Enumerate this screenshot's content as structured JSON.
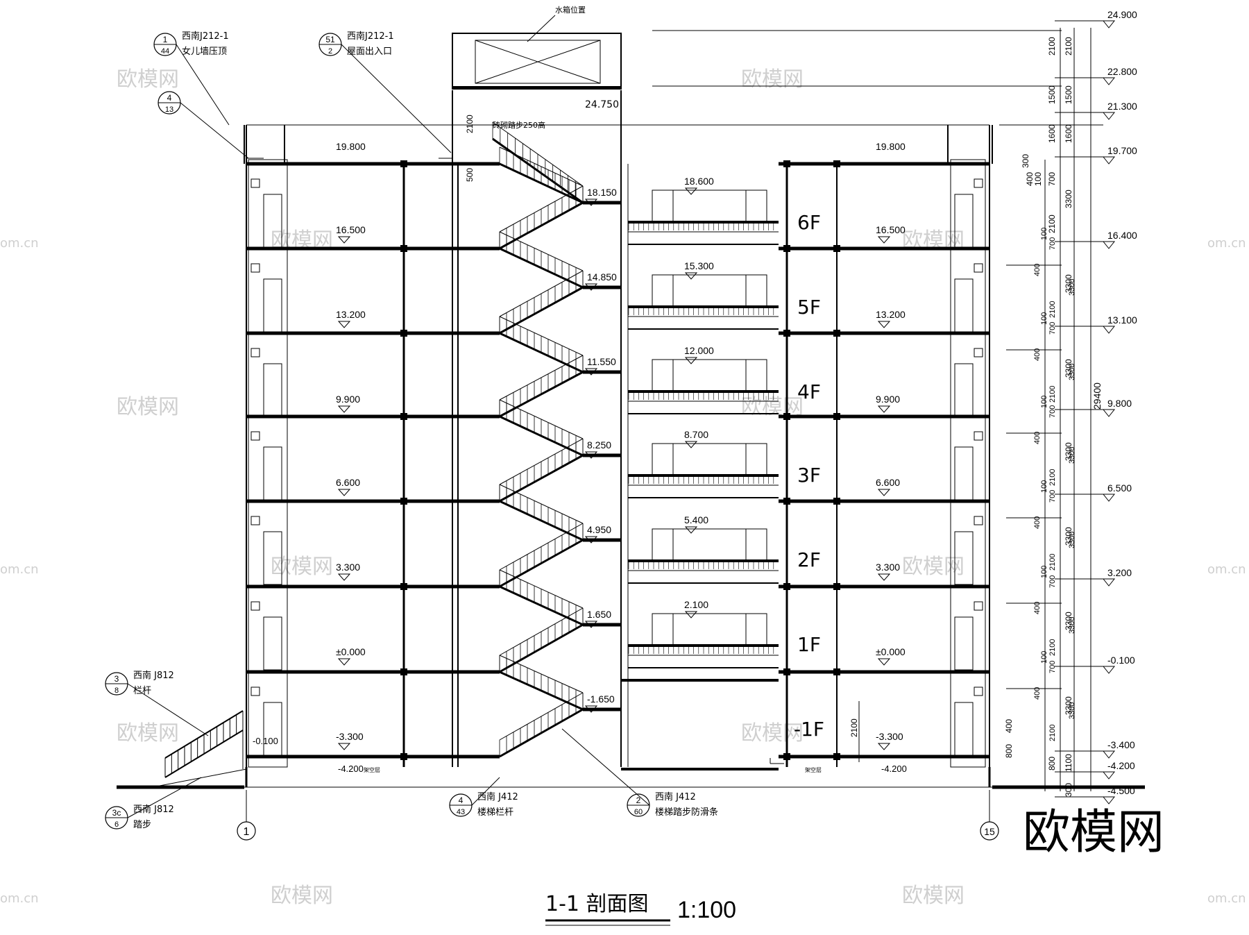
{
  "title": {
    "main": "1-1 剖面图",
    "scale": "1:100"
  },
  "floors": [
    {
      "tag": "6F",
      "left_level": "16.500",
      "stair_landing": "18.150",
      "mid_level": "18.600",
      "right_level": "16.500"
    },
    {
      "tag": "5F",
      "left_level": "13.200",
      "stair_landing": "14.850",
      "mid_level": "15.300",
      "right_level": "13.200"
    },
    {
      "tag": "4F",
      "left_level": "9.900",
      "stair_landing": "11.550",
      "mid_level": "12.000",
      "right_level": "9.900"
    },
    {
      "tag": "3F",
      "left_level": "6.600",
      "stair_landing": "8.250",
      "mid_level": "8.700",
      "right_level": "6.600"
    },
    {
      "tag": "2F",
      "left_level": "3.300",
      "stair_landing": "4.950",
      "mid_level": "5.400",
      "right_level": "3.300"
    },
    {
      "tag": "1F",
      "left_level": "±0.000",
      "stair_landing": "1.650",
      "mid_level": "2.100",
      "right_level": "±0.000"
    },
    {
      "tag": "-1F",
      "left_level": "-3.300",
      "stair_landing": "-1.650",
      "mid_level": "",
      "right_level": "-3.300"
    }
  ],
  "roof": {
    "left_level": "19.800",
    "right_level": "19.800",
    "stair_top": "24.750",
    "water_tank_label": "水箱位置",
    "step_note": "砖砌踏步250高",
    "outdoor_left": "-0.100",
    "pit_left": "-4.200",
    "pit_right": "-4.200",
    "overhead_left": "架空层",
    "overhead_right": "架空层"
  },
  "elevation_marks": [
    "24.900",
    "22.800",
    "21.300",
    "19.700",
    "16.400",
    "13.100",
    "9.800",
    "6.500",
    "3.200",
    "-0.100",
    "-3.400",
    "-4.200",
    "-4.500"
  ],
  "dims_outer": [
    "2100",
    "1500",
    "1600",
    "3300",
    "3300",
    "3300",
    "3300",
    "3300",
    "3300",
    "3300",
    "1100",
    "300"
  ],
  "dims_mid": [
    "2100",
    "1500",
    "1600",
    "700",
    "100",
    "400",
    "2100",
    "29400",
    "800"
  ],
  "dims_misc": {
    "left_2100": "2100",
    "left_500": "500",
    "right_300": "300",
    "pit_2100": "2100",
    "lower_400": "400",
    "lower_800": "800"
  },
  "callouts": [
    {
      "num": "1",
      "den": "44",
      "ref": "西南J212-1",
      "desc": "女儿墙压顶"
    },
    {
      "num": "51",
      "den": "2",
      "ref": "西南J212-1",
      "desc": "屋面出入口"
    },
    {
      "num": "4",
      "den": "13",
      "ref": "",
      "desc": ""
    },
    {
      "num": "3",
      "den": "8",
      "ref": "西南 J812",
      "desc": "栏杆"
    },
    {
      "num": "3c",
      "den": "6",
      "ref": "西南 J812",
      "desc": "踏步"
    },
    {
      "num": "4",
      "den": "43",
      "ref": "西南 J412",
      "desc": "楼梯栏杆"
    },
    {
      "num": "2",
      "den": "60",
      "ref": "西南 J412",
      "desc": "楼梯踏步防滑条"
    }
  ],
  "axes": [
    "1",
    "15"
  ],
  "watermark": {
    "brand": "欧模网",
    "url_fragment": "om.cn"
  }
}
